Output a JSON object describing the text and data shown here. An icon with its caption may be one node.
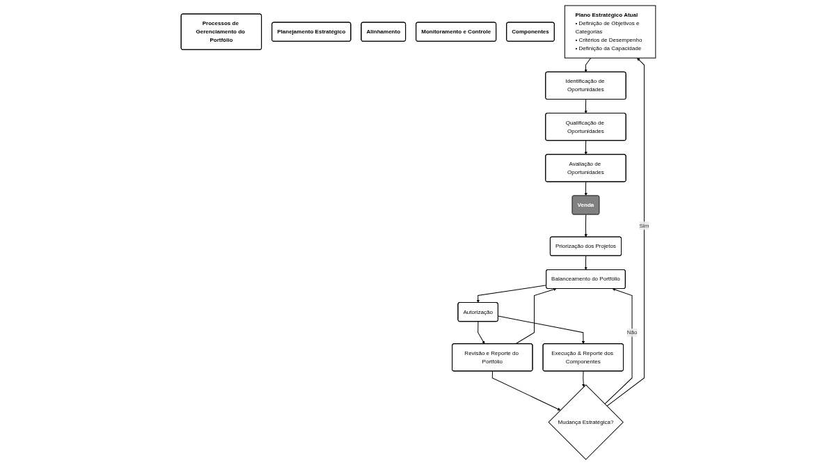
{
  "diagram": {
    "nodes": [
      {
        "text": [
          "Processos de Gerenciamento do Portfólio"
        ]
      },
      {
        "text": [
          "Planejamento Estratégico"
        ]
      },
      {
        "text": [
          "Alinhamento"
        ]
      },
      {
        "text": [
          "Monitoramento e Controle"
        ]
      },
      {
        "text": [
          "Componentes"
        ]
      },
      {
        "text": [
          "Plano Estratégico Atual",
          "• Definição de Objetivos e Categorias",
          "• Critérios de Desempenho",
          "• Definição da Capacidade"
        ]
      },
      {
        "text": [
          "Identificação de Oportunidades"
        ]
      },
      {
        "text": [
          "Qualificação de Oportunidades"
        ]
      },
      {
        "text": [
          "Avaliação de Oportunidades"
        ]
      },
      {
        "text": [
          "Venda"
        ]
      },
      {
        "text": [
          "Priorização dos Projetos"
        ]
      },
      {
        "text": [
          "Balanceamento do Portfólio"
        ]
      },
      {
        "text": [
          "Autorização"
        ]
      },
      {
        "text": [
          "Revisão e Reporte do Portfólio"
        ]
      },
      {
        "text": [
          "Execução & Reporte dos Componentes"
        ]
      },
      {
        "text": [
          "Mudança Estratégica?"
        ]
      }
    ],
    "edges": [
      {
        "from": 5,
        "to": 6,
        "arrow": "to"
      },
      {
        "from": 6,
        "to": 7,
        "arrow": "to"
      },
      {
        "from": 7,
        "to": 8,
        "arrow": "to"
      },
      {
        "from": 8,
        "to": 9,
        "arrow": "to"
      },
      {
        "from": 9,
        "to": 10,
        "arrow": "to"
      },
      {
        "from": 10,
        "to": 11,
        "arrow": "to"
      },
      {
        "from": 11,
        "to": 12,
        "arrow": "to"
      },
      {
        "from": 12,
        "to": 13,
        "arrow": "to"
      },
      {
        "from": 12,
        "to": 14,
        "arrow": "to"
      },
      {
        "from": 13,
        "to": 11,
        "arrow": "to"
      },
      {
        "from": 13,
        "to": 15,
        "arrow": "to"
      },
      {
        "from": 15,
        "to": 11,
        "label": "Não",
        "arrow": "to"
      },
      {
        "from": 14,
        "to": 15,
        "arrow": "to"
      },
      {
        "from": 15,
        "to": 5,
        "label": "Sim",
        "arrow": "to"
      }
    ]
  }
}
